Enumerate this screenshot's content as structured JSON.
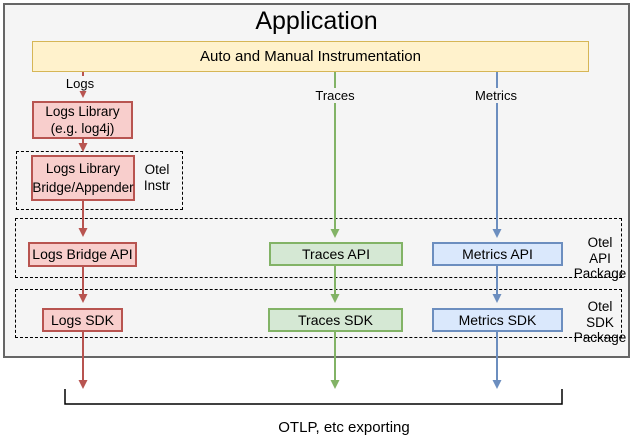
{
  "app": {
    "title": "Application",
    "instrumentation_label": "Auto and Manual Instrumentation"
  },
  "edges": {
    "logs": {
      "label": "Logs"
    },
    "traces": {
      "label": "Traces"
    },
    "metrics": {
      "label": "Metrics"
    }
  },
  "boxes": {
    "logs_library": {
      "line1": "Logs Library",
      "line2": "(e.g. log4j)"
    },
    "logs_bridge_appender": {
      "line1": "Logs Library",
      "line2": "Bridge/Appender"
    },
    "logs_bridge_api": {
      "label": "Logs Bridge API"
    },
    "traces_api": {
      "label": "Traces API"
    },
    "metrics_api": {
      "label": "Metrics API"
    },
    "logs_sdk": {
      "label": "Logs SDK"
    },
    "traces_sdk": {
      "label": "Traces SDK"
    },
    "metrics_sdk": {
      "label": "Metrics SDK"
    }
  },
  "groups": {
    "otel_instr": {
      "lines": [
        "Otel",
        "Instr"
      ]
    },
    "otel_api_package": {
      "lines": [
        "Otel",
        "API",
        "Package"
      ]
    },
    "otel_sdk_package": {
      "lines": [
        "Otel",
        "SDK",
        "Package"
      ]
    }
  },
  "footer": {
    "exporting_label": "OTLP, etc exporting"
  },
  "colors": {
    "logs_fill": "#f8cecc",
    "logs_stroke": "#b85450",
    "traces_fill": "#d5e8d4",
    "traces_stroke": "#82b366",
    "metrics_fill": "#dae8fc",
    "metrics_stroke": "#6c8ebf",
    "instrumentation_fill": "#fff2cc",
    "instrumentation_stroke": "#d6b656",
    "application_fill": "#f5f5f5",
    "application_stroke": "#666666",
    "bracket_stroke": "#000000"
  }
}
